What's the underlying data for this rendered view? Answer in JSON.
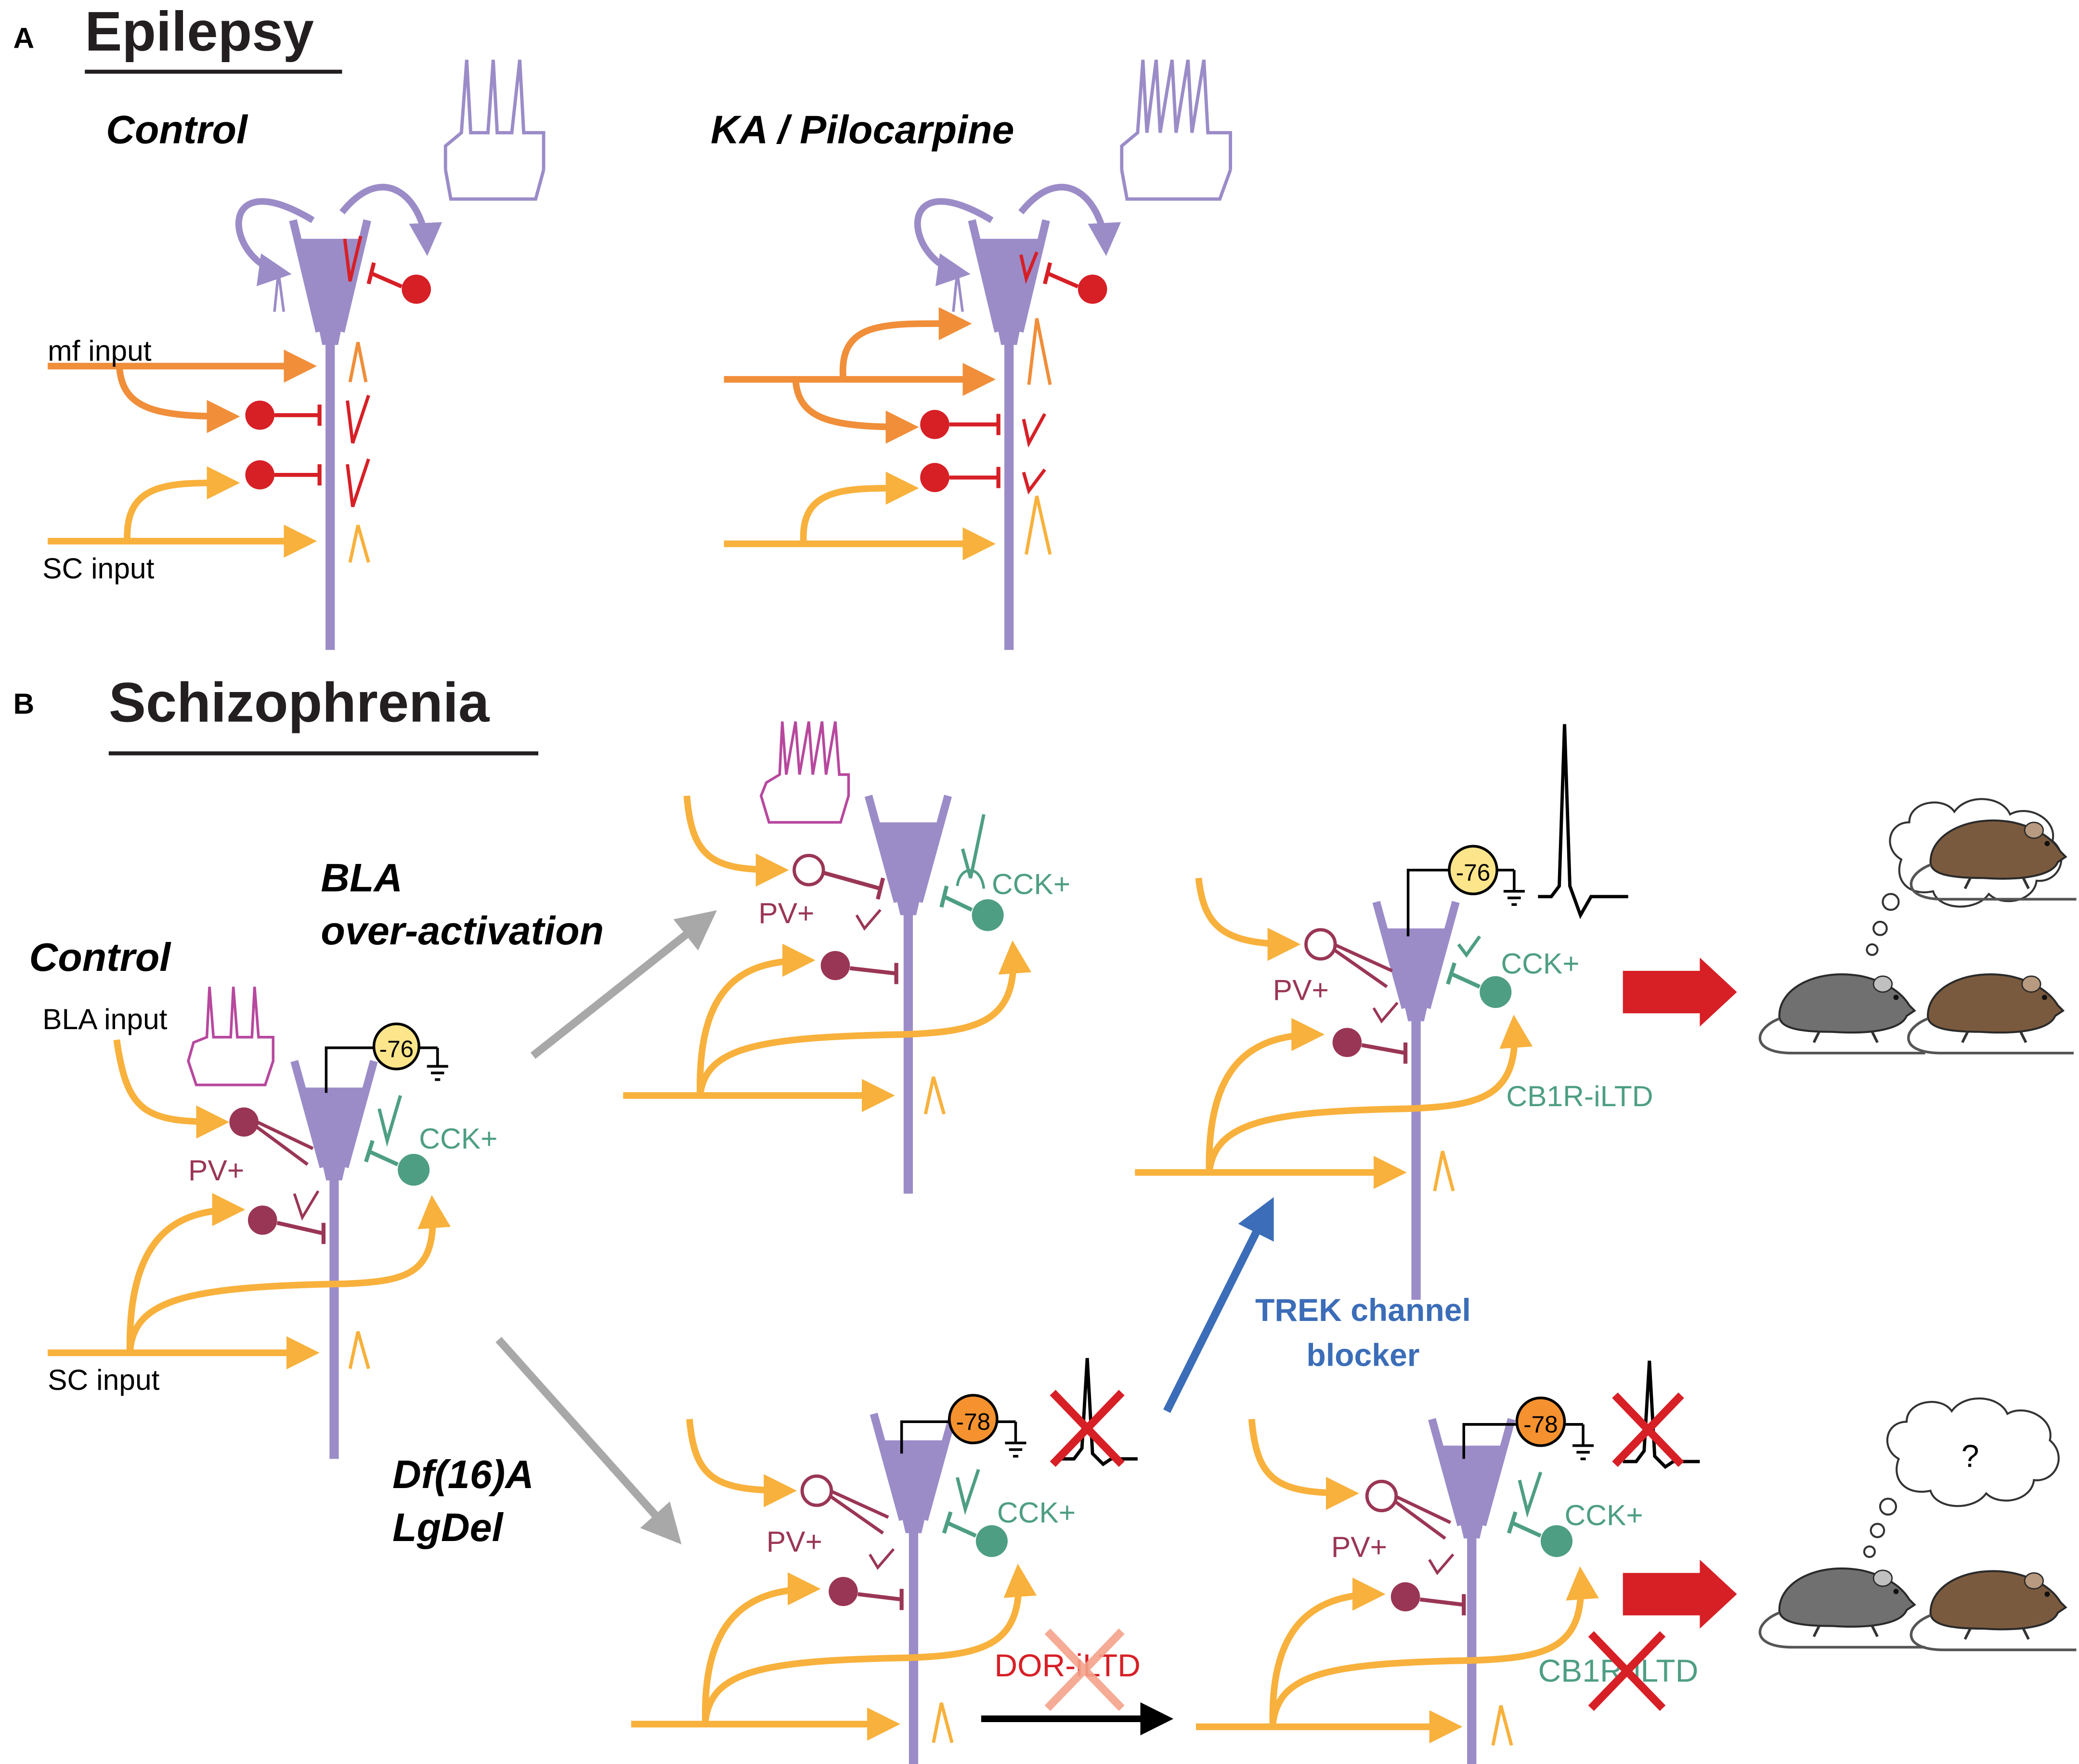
{
  "colors": {
    "pyramidal": "#9B8CC8",
    "mf": "#F08E3A",
    "sc": "#F8B13C",
    "red": "#D71F26",
    "pv": "#9A3655",
    "cck": "#4E9E84",
    "blue": "#3B6DB8",
    "gray_arrow": "#A8A8A8",
    "yellow_badge": "#FCE58A",
    "orange_badge": "#F5922F",
    "spike_purple": "#B7489E"
  },
  "panelA": {
    "letter": "A",
    "title": "Epilepsy",
    "control_label": "Control",
    "condition_label": "KA / Pilocarpine",
    "mf_label": "mf input",
    "sc_label": "SC input"
  },
  "panelB": {
    "letter": "B",
    "title": "Schizophrenia",
    "control_label": "Control",
    "bla_label": "BLA input",
    "sc_label": "SC input",
    "pv_label": "PV+",
    "cck_label": "CCK+",
    "badge_76": "-76",
    "badge_78": "-78",
    "bla_over_line1": "BLA",
    "bla_over_line2": "over-activation",
    "df_line1": "Df(16)A",
    "df_line2": "LgDel",
    "trek_line1": "TREK channel",
    "trek_line2": "blocker",
    "dor_iltd": "DOR-iLTD",
    "cb1r_iltd": "CB1R-iLTD",
    "question": "?"
  }
}
